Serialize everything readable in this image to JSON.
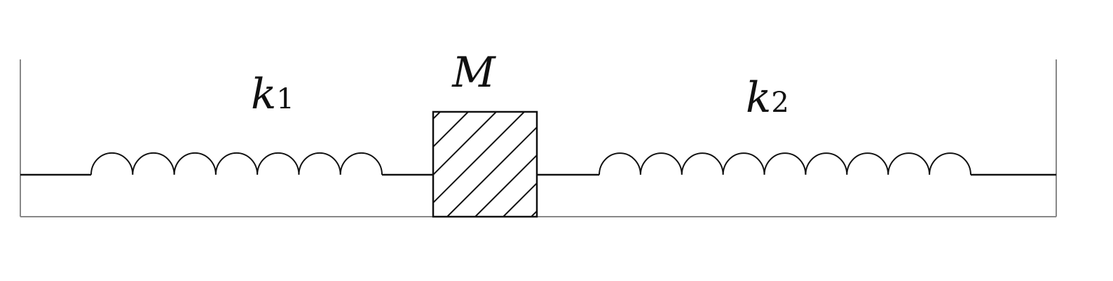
{
  "diagram": {
    "mass_label": "M",
    "spring_left": {
      "symbol": "k",
      "subscript": "1",
      "coils": 7
    },
    "spring_right": {
      "symbol": "k",
      "subscript": "2",
      "coils": 9
    },
    "colors": {
      "line": "#111111",
      "frame": "#888888",
      "background": "#ffffff"
    }
  }
}
